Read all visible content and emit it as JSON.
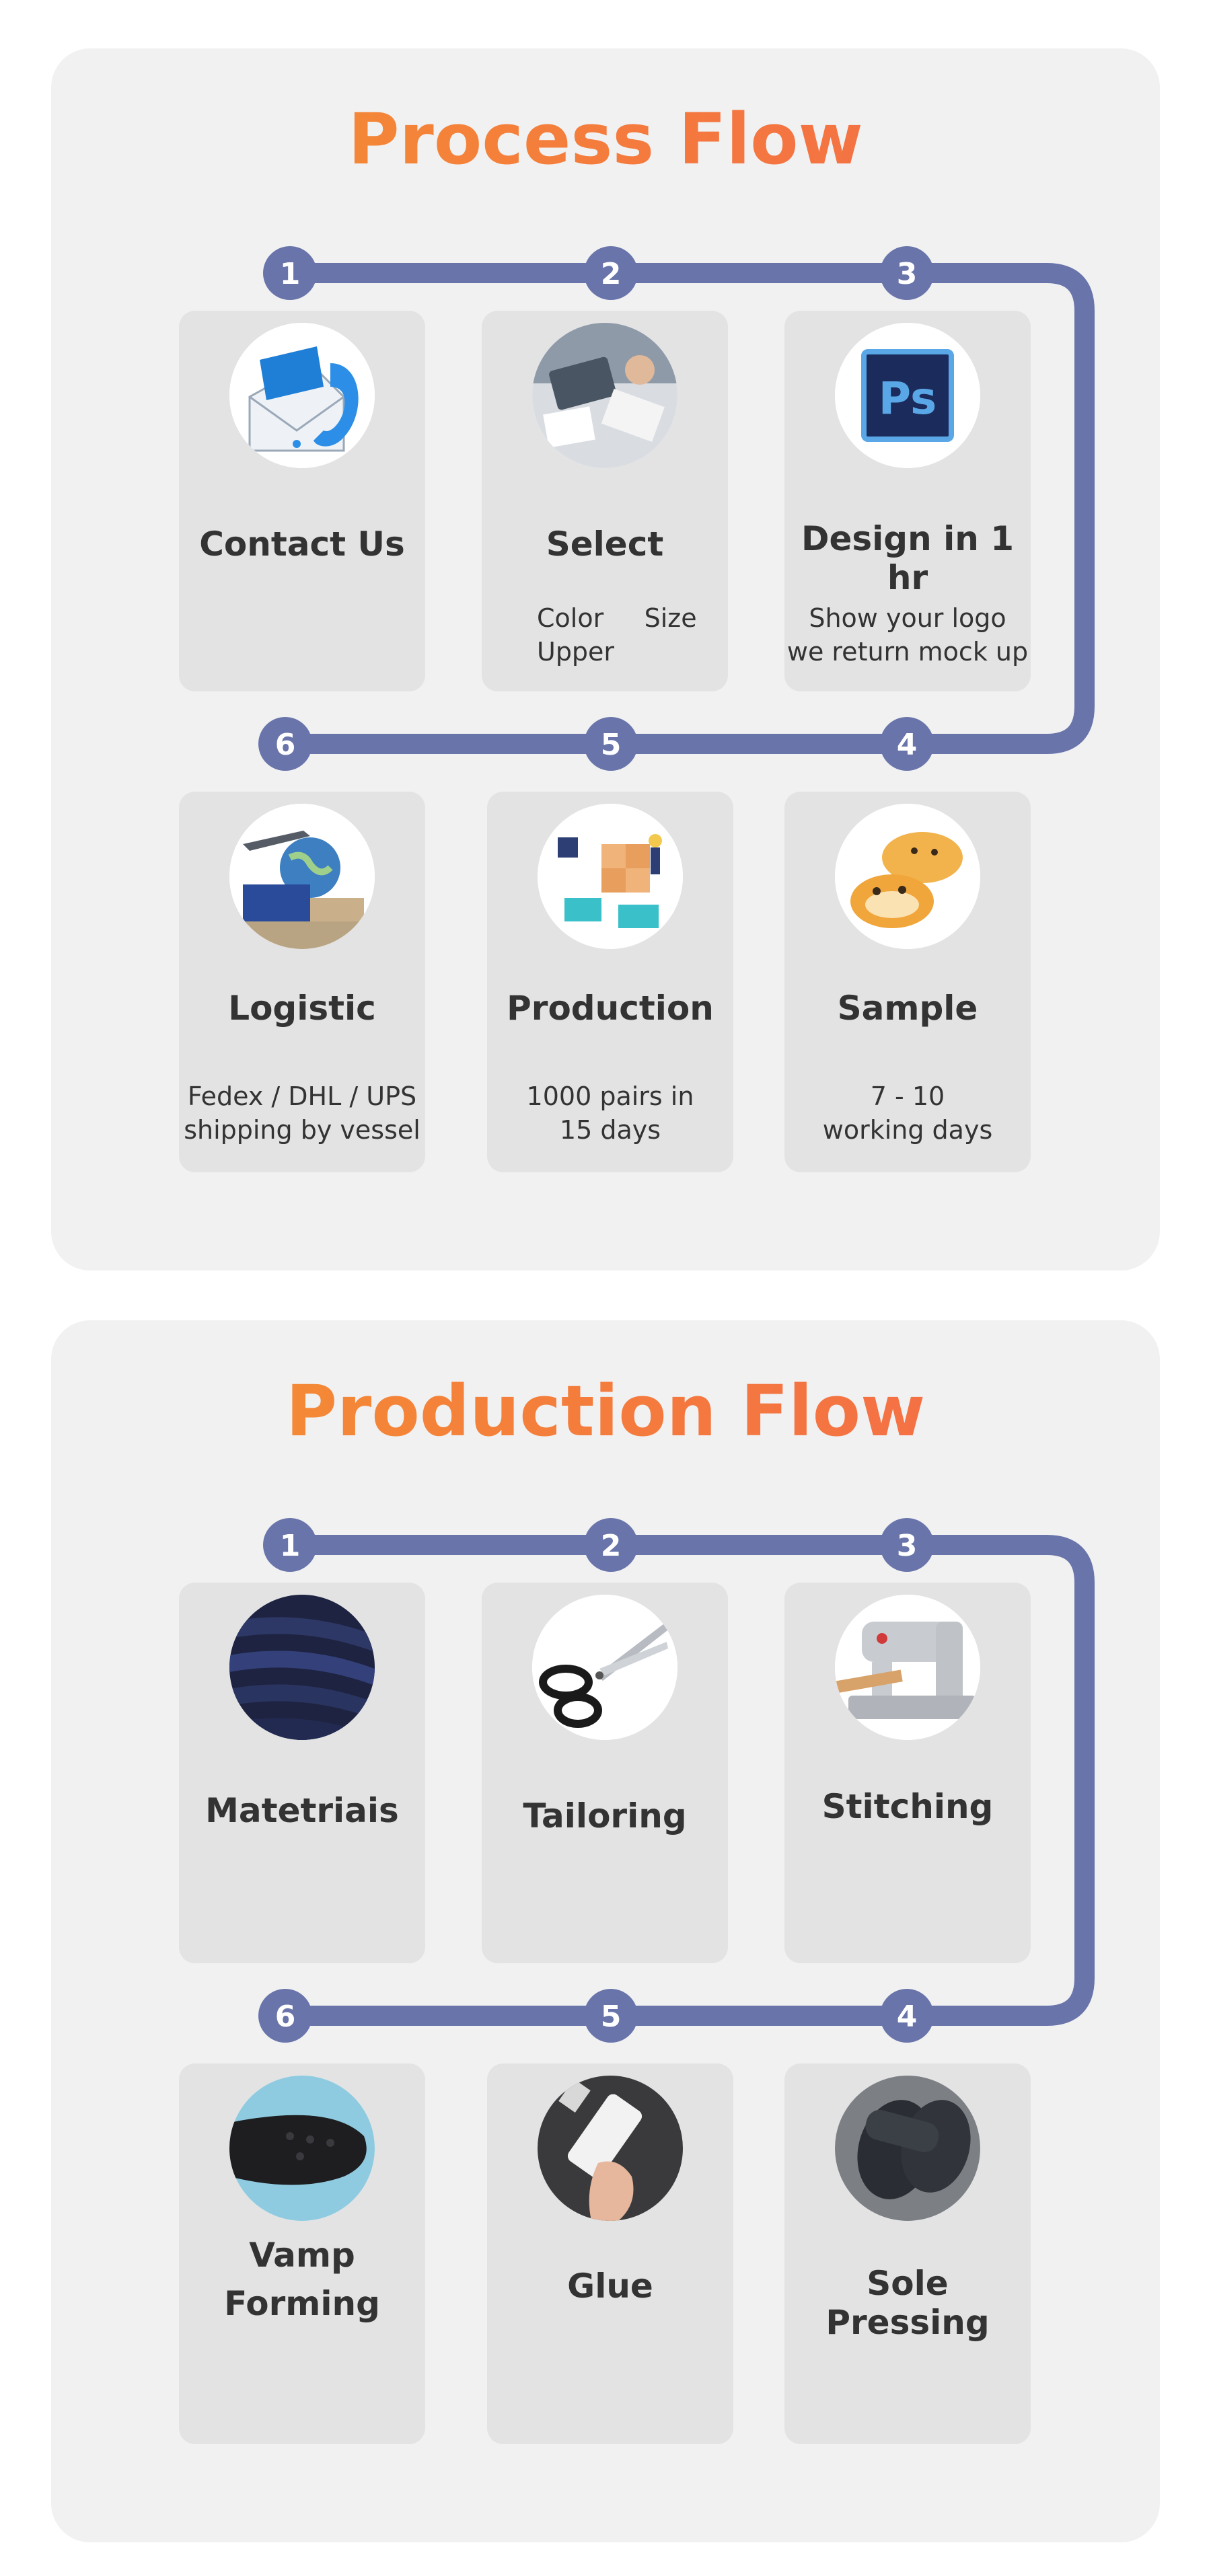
{
  "process_flow": {
    "title": "Process Flow",
    "steps": [
      {
        "number": "1",
        "title": "Contact Us",
        "icon": "contact-us-icon",
        "lines": []
      },
      {
        "number": "2",
        "title": "Select",
        "icon": "meeting-photo",
        "lines": [
          "Color     Size",
          "Upper"
        ]
      },
      {
        "number": "3",
        "title": "Design in 1 hr",
        "icon": "photoshop-icon",
        "lines": [
          "Show your logo",
          "we return mock up"
        ]
      },
      {
        "number": "4",
        "title": "Sample",
        "icon": "slippers-photo",
        "lines": [
          "7 - 10",
          "working days"
        ]
      },
      {
        "number": "5",
        "title": "Production",
        "icon": "warehouse-illustration",
        "lines": [
          "1000 pairs in",
          "15 days"
        ]
      },
      {
        "number": "6",
        "title": "Logistic",
        "icon": "logistics-photo",
        "lines": [
          "Fedex / DHL / UPS",
          "shipping by vessel"
        ]
      }
    ]
  },
  "production_flow": {
    "title": "Production Flow",
    "steps": [
      {
        "number": "1",
        "title": "Matetriais",
        "icon": "fabric-photo"
      },
      {
        "number": "2",
        "title": "Tailoring",
        "icon": "scissors-photo"
      },
      {
        "number": "3",
        "title": "Stitching",
        "icon": "sewing-machine-photo"
      },
      {
        "number": "4",
        "title": "Sole Pressing",
        "icon": "slide-sandals-photo"
      },
      {
        "number": "5",
        "title": "Glue",
        "icon": "glue-tube-photo"
      },
      {
        "number": "6",
        "title": "Vamp Forming",
        "title_lines": [
          "Vamp",
          "Forming"
        ],
        "icon": "insole-photo"
      }
    ]
  },
  "colors": {
    "track": "#6874aa",
    "title_gradient_start": "#f39331",
    "title_gradient_end": "#f46a4a",
    "panel": "#f1f1f2",
    "card": "#e3e3e4",
    "text": "#333333"
  }
}
